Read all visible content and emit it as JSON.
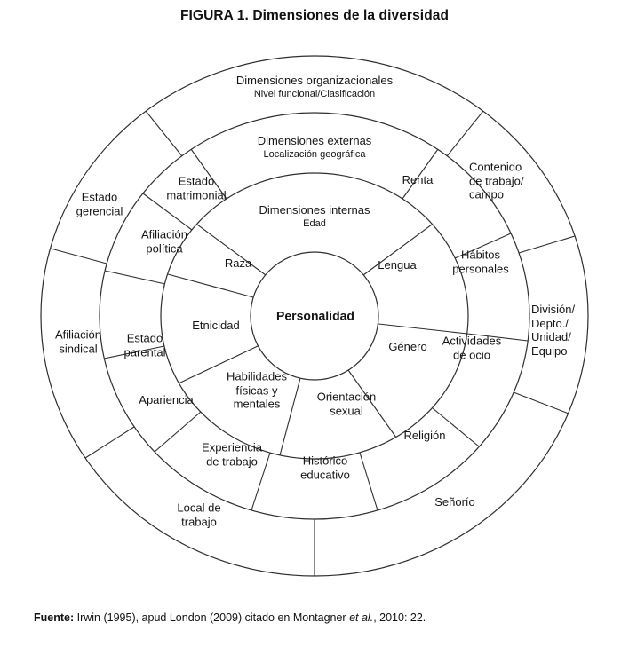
{
  "title": "FIGURA 1. Dimensiones de la diversidad",
  "center_label": "Personalidad",
  "rings": {
    "inner": {
      "header": "Dimensiones internas",
      "subheader": "Edad",
      "segments": {
        "raza": "Raza",
        "lengua": "Lengua",
        "etnicidad": "Etnicidad",
        "genero": "Género",
        "habilidades": "Habilidades físicas y mentales",
        "orientacion": "Orientación sexual"
      }
    },
    "middle": {
      "header": "Dimensiones externas",
      "subheader": "Localización geográfica",
      "segments": {
        "estado_matrimonial": "Estado matrimonial",
        "renta": "Renta",
        "afiliacion_politica": "Afiliación política",
        "habitos_personales": "Hábitos personales",
        "estado_parental": "Estado parental",
        "actividades_ocio": "Actividades de ocio",
        "apariencia": "Apariencia",
        "religion": "Religión",
        "experiencia_trabajo": "Experiencia de trabajo",
        "historico_educativo": "Histórico educativo"
      }
    },
    "outer": {
      "header": "Dimensiones organizacionales",
      "subheader": "Nivel funcional/Clasificación",
      "segments": {
        "estado_gerencial": "Estado gerencial",
        "contenido_trabajo": [
          "Contenido",
          "de trabajo/",
          "campo"
        ],
        "afiliacion_sindical": "Afiliación sindical",
        "division": [
          "División/",
          "Depto./",
          "Unidad/",
          "Equipo"
        ],
        "local_trabajo": "Local de trabajo",
        "senorio": "Señorío"
      }
    }
  },
  "source": {
    "label": "Fuente:",
    "text_before": " Irwin (1995), apud London (2009) citado en Montagner ",
    "italic": "et al.",
    "text_after": ", 2010: 22."
  }
}
